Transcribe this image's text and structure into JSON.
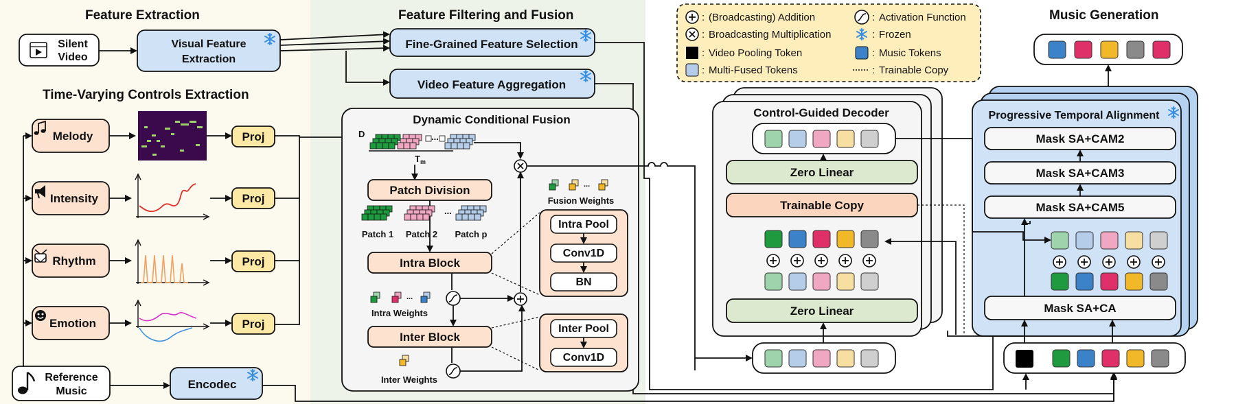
{
  "sections": {
    "feature_extraction": "Feature Extraction",
    "time_varying": "Time-Varying Controls Extraction",
    "filtering_fusion": "Feature Filtering and Fusion",
    "music_generation": "Music Generation"
  },
  "inputs": {
    "silent_video_line1": "Silent",
    "silent_video_line2": "Video",
    "reference_music_line1": "Reference",
    "reference_music_line2": "Music"
  },
  "modules": {
    "visual_feature_line1": "Visual Feature",
    "visual_feature_line2": "Extraction",
    "fine_grained": "Fine-Grained Feature Selection",
    "video_aggregation": "Video Feature Aggregation",
    "encodec": "Encodec"
  },
  "controls": [
    "Melody",
    "Intensity",
    "Rhythm",
    "Emotion"
  ],
  "proj_label": "Proj",
  "dcf": {
    "title": "Dynamic Conditional Fusion",
    "d_label": "D",
    "t_label": "T",
    "t_sub": "m",
    "ellipsis": "...",
    "patch_division": "Patch Division",
    "patches": [
      "Patch 1",
      "Patch 2",
      "Patch p"
    ],
    "intra_block": "Intra Block",
    "inter_block": "Inter Block",
    "intra_weights": "Intra Weights",
    "inter_weights": "Inter Weights",
    "fusion_weights": "Fusion Weights",
    "intra_detail": [
      "Intra Pool",
      "Conv1D",
      "BN"
    ],
    "inter_detail": [
      "Inter Pool",
      "Conv1D"
    ]
  },
  "legend": {
    "items": [
      "(Broadcasting) Addition",
      "Activation Function",
      "Broadcasting Multiplication",
      "Frozen",
      "Video Pooling Token",
      "Music Tokens",
      "Multi-Fused Tokens",
      "Trainable Copy"
    ],
    "separator": ":"
  },
  "decoder": {
    "title": "Control-Guided Decoder",
    "zero_linear_top": "Zero Linear",
    "trainable_copy": "Trainable Copy",
    "zero_linear_bottom": "Zero Linear"
  },
  "pta": {
    "title": "Progressive Temporal Alignment",
    "layers": [
      "Mask SA+CAM2",
      "Mask SA+CAM3",
      "Mask SA+CAM5"
    ],
    "bottom": "Mask SA+CA"
  },
  "colors": {
    "green": "#1f9a3e",
    "blue": "#3b82c9",
    "pink": "#e0306a",
    "yellow": "#f1b92a",
    "gray": "#8a8a8a",
    "light_green": "#9fd3ac",
    "light_blue": "#b5cde9",
    "light_pink": "#f0a7c1",
    "light_yellow": "#f6dfa0",
    "light_gray": "#cfcfcf",
    "module_blue": "#cfe2f6",
    "control_orange": "#fde3cf",
    "proj_yellow": "#fde9a6",
    "zero_linear": "#dde9cf",
    "trainable_copy": "#fbd5bd",
    "legend_bg": "#fdeebb",
    "middle_bg": "#eef3ea",
    "left_bg": "#fcfaef"
  },
  "icons": [
    "play-icon",
    "music-note-icon",
    "snowflake-icon",
    "megaphone-icon",
    "drum-icon",
    "smiley-icon",
    "plus-icon",
    "times-icon",
    "sigmoid-icon"
  ]
}
